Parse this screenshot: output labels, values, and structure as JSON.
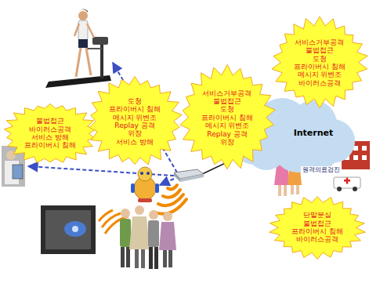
{
  "diagram": {
    "nodes": [
      {
        "text": [
          "Internet"
        ]
      },
      {
        "text": [
          "불법접근",
          "바이러스공격",
          "서비스 방해",
          "프라이버시 침해"
        ]
      },
      {
        "text": [
          "도청",
          "프라이버시 침해",
          "메시지 위변조",
          "Replay 공격",
          "위장",
          "서비스 방해"
        ]
      },
      {
        "text": [
          "서비스거부공격",
          "불법접근",
          "도청",
          "프라이버시 침해",
          "메시지 위변조",
          "Replay 공격",
          "위장"
        ]
      },
      {
        "text": [
          "서비스거부공격",
          "불법접근",
          "도청",
          "프라이버시 침해",
          "메시지 위변조",
          "바이러스공격"
        ]
      },
      {
        "text": [
          "단말분실",
          "불법접근",
          "프라이버시 침해",
          "바이러스공격"
        ]
      }
    ],
    "labels": [
      "원격의료검진"
    ]
  }
}
